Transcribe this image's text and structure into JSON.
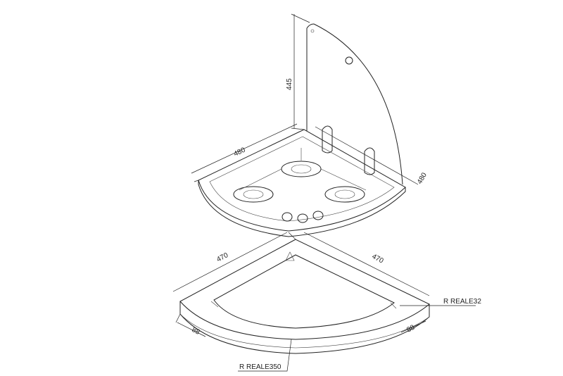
{
  "drawing": {
    "hob": {
      "height_dim": "445",
      "left_depth_dim": "480",
      "right_depth_dim": "480"
    },
    "cutout": {
      "left_side_dim": "470",
      "right_side_dim": "470",
      "left_width_dim": "88",
      "right_width_dim": "88",
      "corner_radius_label": "R REALE32",
      "arc_radius_label": "R REALE350"
    }
  }
}
